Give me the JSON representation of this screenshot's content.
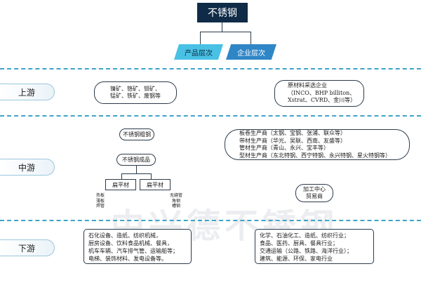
{
  "title": "不锈钢",
  "levels": {
    "product": "产品层次",
    "enterprise": "企业层次"
  },
  "tiers": {
    "upstream": "上游",
    "midstream": "中游",
    "downstream": "下游"
  },
  "upstream": {
    "materials": [
      "镍矿、铬矿、钼矿、",
      "锰矿、铁矿、废钢等"
    ],
    "companies": [
      "原材料采选企业",
      "（INCO、BHP billiton、",
      "Xstrat、CVRD、金川等）"
    ]
  },
  "midstream": {
    "crude": "不锈钢粗钢",
    "finished": "不锈钢成品",
    "flat_left": "扁平材",
    "flat_right": "扁平材",
    "flat_left_types": [
      "热板",
      "薄板",
      "焊管"
    ],
    "flat_right_types": [
      "无缝管",
      "角钢",
      "槽钢"
    ],
    "producers": [
      "板卷生产商（太钢、宝钢、张浦、联众等）",
      "带材生产商（华光、吴联、西南、友盛等）",
      "管材生产商（青山、永兴、宝丰等）",
      "型材生产商（东北特钢、西宁特钢、永兴特钢、星火特钢等）"
    ],
    "processing": [
      "加工中心",
      "贸易商"
    ]
  },
  "downstream": {
    "product_uses": [
      "石化设备、造纸、纺织机械，",
      "厨房设备、饮料食品机械、餐具，",
      "机车车辆、汽车排气管、运输船等；",
      "电梯、装饰材料、发电设备等。"
    ],
    "industries": [
      "化学、石油化工、造纸、纺织行业；",
      "食品、医药、厨具、餐具行业；",
      "交通运输（公路、铁路、海洋行业）；",
      "建筑、能源、环保、家电行业"
    ]
  },
  "watermark": "中兴德不锈钢",
  "colors": {
    "title_bg": "#0f2b47",
    "cyan": "#48c1e5",
    "blue": "#2f86c6",
    "dash": "#3fa3c9"
  }
}
